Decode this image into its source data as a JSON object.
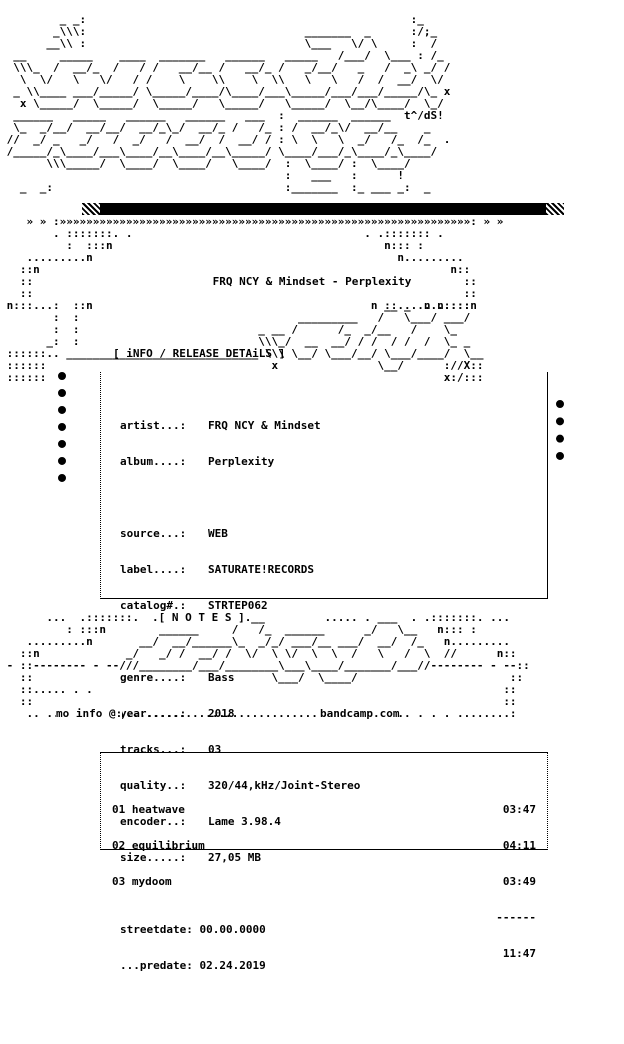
{
  "header": {
    "title": "FRQ NCY & Mindset - Perplexity",
    "credit": "t^/dS!"
  },
  "info": {
    "heading": "[ iNFO / RELEASE DETAiLS ]",
    "fields": [
      {
        "key": "artist...:",
        "value": "FRQ NCY & Mindset"
      },
      {
        "key": "album....:",
        "value": "Perplexity"
      },
      {
        "key": "",
        "value": ""
      },
      {
        "key": "source...:",
        "value": "WEB"
      },
      {
        "key": "label....:",
        "value": "SATURATE!RECORDS"
      },
      {
        "key": "catalog#.:",
        "value": "STRTEP062"
      },
      {
        "key": "",
        "value": ""
      },
      {
        "key": "genre....:",
        "value": "Bass"
      },
      {
        "key": "year.....:",
        "value": "2018"
      },
      {
        "key": "tracks...:",
        "value": "03"
      },
      {
        "key": "quality..:",
        "value": "320/44,kHz/Joint-Stereo"
      },
      {
        "key": "encoder..:",
        "value": "Lame 3.98.4"
      },
      {
        "key": "size.....:",
        "value": "27,05 MB"
      }
    ],
    "streetdate_key": "streetdate:",
    "streetdate": "00.00.0000",
    "predate_key": "...predate:",
    "predate": "02.24.2019"
  },
  "notes": {
    "heading": ".[ N O T E S ].",
    "more_info_label": "mo info @:",
    "more_info_value": "bandcamp.com"
  },
  "tracklist": {
    "tracks": [
      {
        "label": "01 heatwave",
        "time": "03:47"
      },
      {
        "label": "02 equilibrium",
        "time": "04:11"
      },
      {
        "label": "03 mydoom",
        "time": "03:49"
      }
    ],
    "separator": "------",
    "total": "11:47"
  }
}
